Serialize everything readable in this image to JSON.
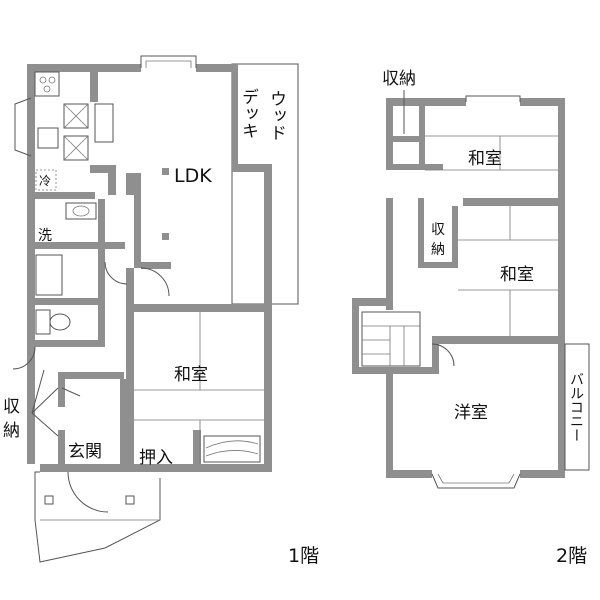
{
  "floor1": {
    "name": "1階",
    "rooms": {
      "ldk": "LDK",
      "deck": "デッキ",
      "deck_line2": "ウッド",
      "washitsu": "和室",
      "genkan": "玄関",
      "oshiire": "押入",
      "refrigerator": "冷",
      "washer": "洗",
      "storage_a": "収",
      "storage_b": "納"
    }
  },
  "floor2": {
    "name": "2階",
    "rooms": {
      "storage_top": "収納",
      "washitsu_top": "和室",
      "washitsu_mid": "和室",
      "storage_small_a": "収",
      "storage_small_b": "納",
      "youshitsu": "洋室",
      "balcony": "バルコニー"
    }
  },
  "colors": {
    "wall": "#8f8f8f",
    "line": "#555555",
    "text": "#111111"
  }
}
